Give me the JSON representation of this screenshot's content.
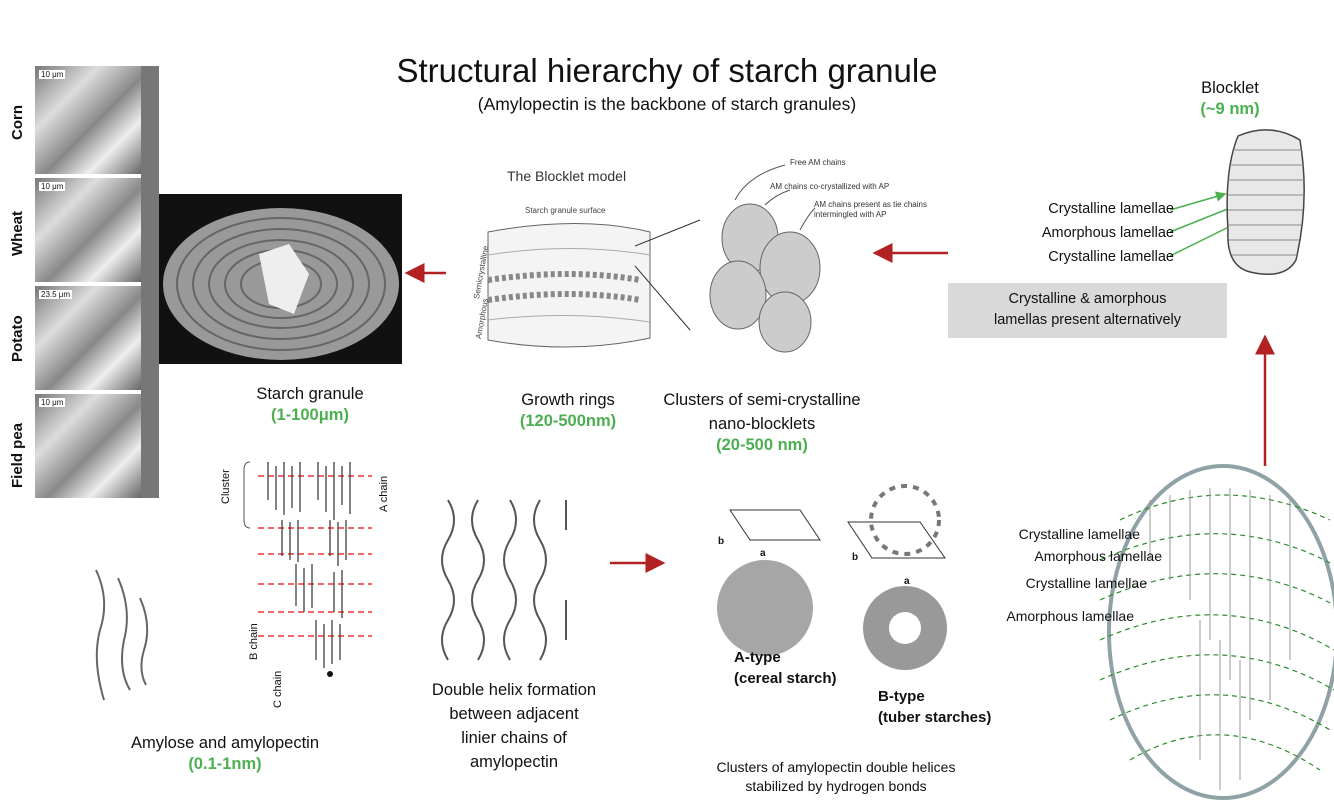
{
  "title": "Structural hierarchy of starch granule",
  "subtitle": "(Amylopectin is the backbone of starch granules)",
  "sem_panel": {
    "labels": [
      "Corn",
      "Wheat",
      "Potato",
      "Field pea"
    ],
    "scale_bars": [
      "10 μm",
      "10 μm",
      "23.5 μm",
      "10 μm"
    ]
  },
  "starch_granule": {
    "label": "Starch granule",
    "size": "(1-100μm)"
  },
  "blocklet_model": {
    "title": "The Blocklet model",
    "surface": "Starch granule surface",
    "semicrystalline": "Semicrystalline",
    "amorphous": "Amorphous"
  },
  "am_chains": {
    "free": "Free AM chains",
    "cocrystal": "AM chains co-crystallized with AP",
    "tie_line1": "AM chains present as tie chains",
    "tie_line2": "intermingled with AP"
  },
  "growth_rings": {
    "label": "Growth rings",
    "size": "(120-500nm)"
  },
  "clusters": {
    "line1": "Clusters of semi-crystalline",
    "line2": "nano-blocklets",
    "size": "(20-500 nm)"
  },
  "blocklet": {
    "label": "Blocklet",
    "size": "(~9 nm)",
    "lamellae": [
      "Crystalline lamellae",
      "Amorphous lamellae",
      "Crystalline lamellae"
    ],
    "note_line1": "Crystalline & amorphous",
    "note_line2": "lamellas present alternatively"
  },
  "cluster_diagram": {
    "cluster": "Cluster",
    "a_chain": "A chain",
    "b_chain": "B chain",
    "c_chain": "C chain"
  },
  "amylose": {
    "label": "Amylose and amylopectin",
    "size": "(0.1-1nm)"
  },
  "double_helix": {
    "line1": "Double helix formation",
    "line2": "between adjacent",
    "line3": "linier chains of",
    "line4": "amylopectin"
  },
  "crystal_types": {
    "a_type": "A-type",
    "a_source": "(cereal starch)",
    "b_type": "B-type",
    "b_source": "(tuber starches)",
    "axis_a": "a",
    "axis_b": "b",
    "caption1": "Clusters of amylopectin double helices",
    "caption2": "stabilized by hydrogen bonds"
  },
  "lamella_oval": {
    "labels": [
      "Crystalline lamellae",
      "Amorphous lamellae",
      "Crystalline lamellae",
      "Amorphous lamellae"
    ]
  },
  "colors": {
    "arrow": "#b22222",
    "green": "#4caf50",
    "note_bg": "#d9d9d9",
    "oval": "#8fa3a6"
  }
}
